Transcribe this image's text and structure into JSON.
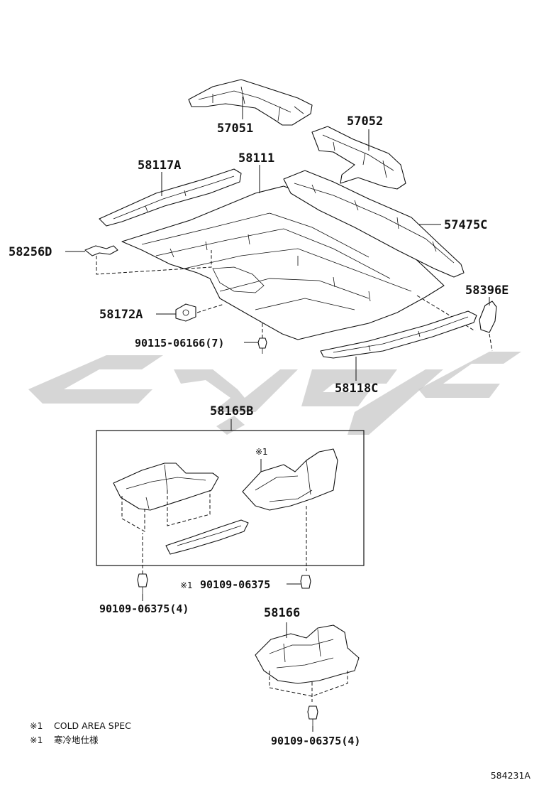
{
  "labels": {
    "p57051": "57051",
    "p57052": "57052",
    "p58117A": "58117A",
    "p58111": "58111",
    "p57475C": "57475C",
    "p58256D": "58256D",
    "p58396E": "58396E",
    "p58172A": "58172A",
    "p90115": "90115-06166(7)",
    "p58118C": "58118C",
    "p58165B": "58165B",
    "p90109_mid": "90109-06375",
    "p90109_left": "90109-06375(4)",
    "p58166": "58166",
    "p90109_bottom": "90109-06375(4)"
  },
  "markers": {
    "cold_mark": "※1",
    "inner_mark": "※1",
    "mid_mark": "※1"
  },
  "notes": {
    "line1_mark": "※1",
    "line1_text": "COLD AREA SPEC",
    "line2_mark": "※1",
    "line2_text": "寒冷地仕様"
  },
  "figure_id": "584231A"
}
